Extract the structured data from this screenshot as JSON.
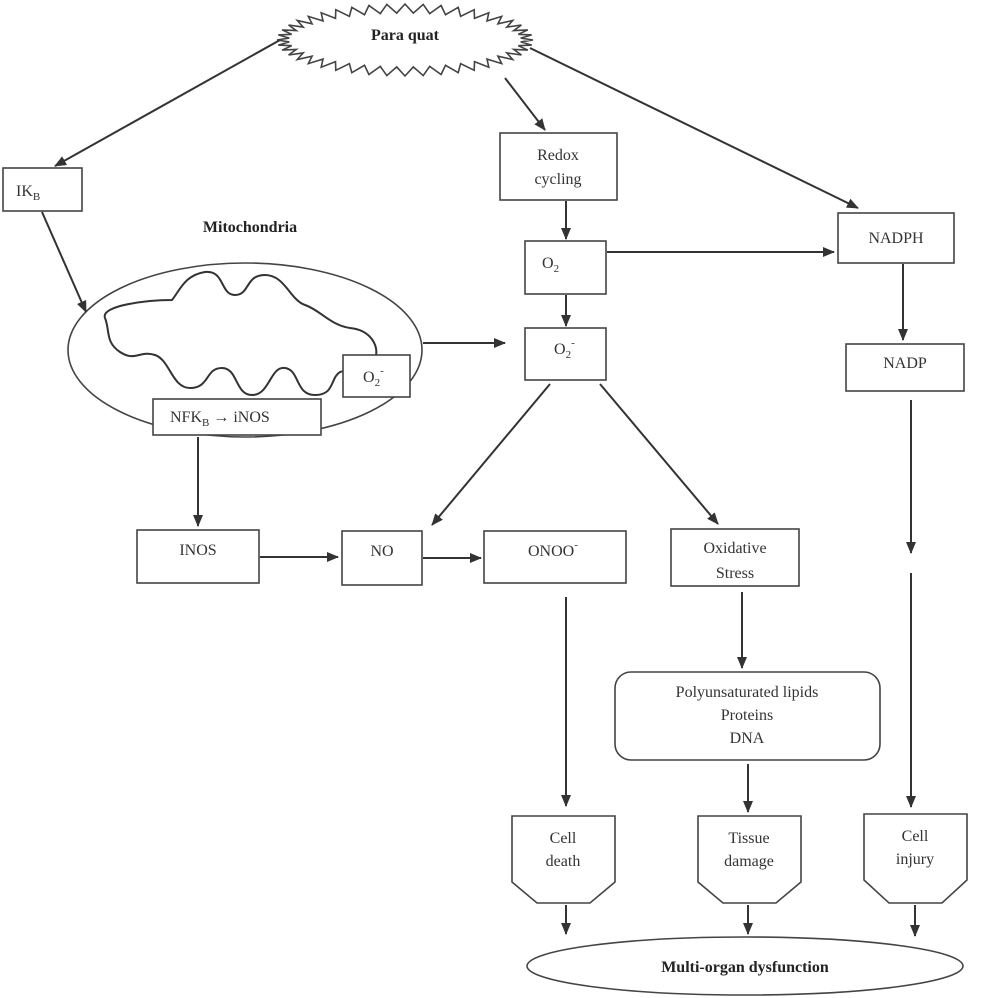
{
  "paraquat": "Para quat",
  "ik": {
    "main": "IK",
    "sub": "B"
  },
  "mitochondria": "Mitochondria",
  "mito_o2": {
    "main": "O",
    "sub": "2",
    "sup": "-"
  },
  "nfk": {
    "main": "NFK",
    "sub": "B",
    "rest": " → iNOS"
  },
  "redox": [
    "Redox",
    "cycling"
  ],
  "o2": {
    "main": "O",
    "sub": "2"
  },
  "o2_radical": {
    "main": "O",
    "sub": "2",
    "sup": "-"
  },
  "nadph": "NADPH",
  "nadp": "NADP",
  "inos": "INOS",
  "no": "NO",
  "onoo": {
    "main": "ONOO",
    "sup": "-"
  },
  "oxidative": [
    "Oxidative",
    "Stress"
  ],
  "targets": [
    "Polyunsaturated lipids",
    "Proteins",
    "DNA"
  ],
  "cell_death": [
    "Cell",
    "death"
  ],
  "tissue_damage": [
    "Tissue",
    "damage"
  ],
  "cell_injury": [
    "Cell",
    "injury"
  ],
  "outcome": "Multi-organ dysfunction"
}
